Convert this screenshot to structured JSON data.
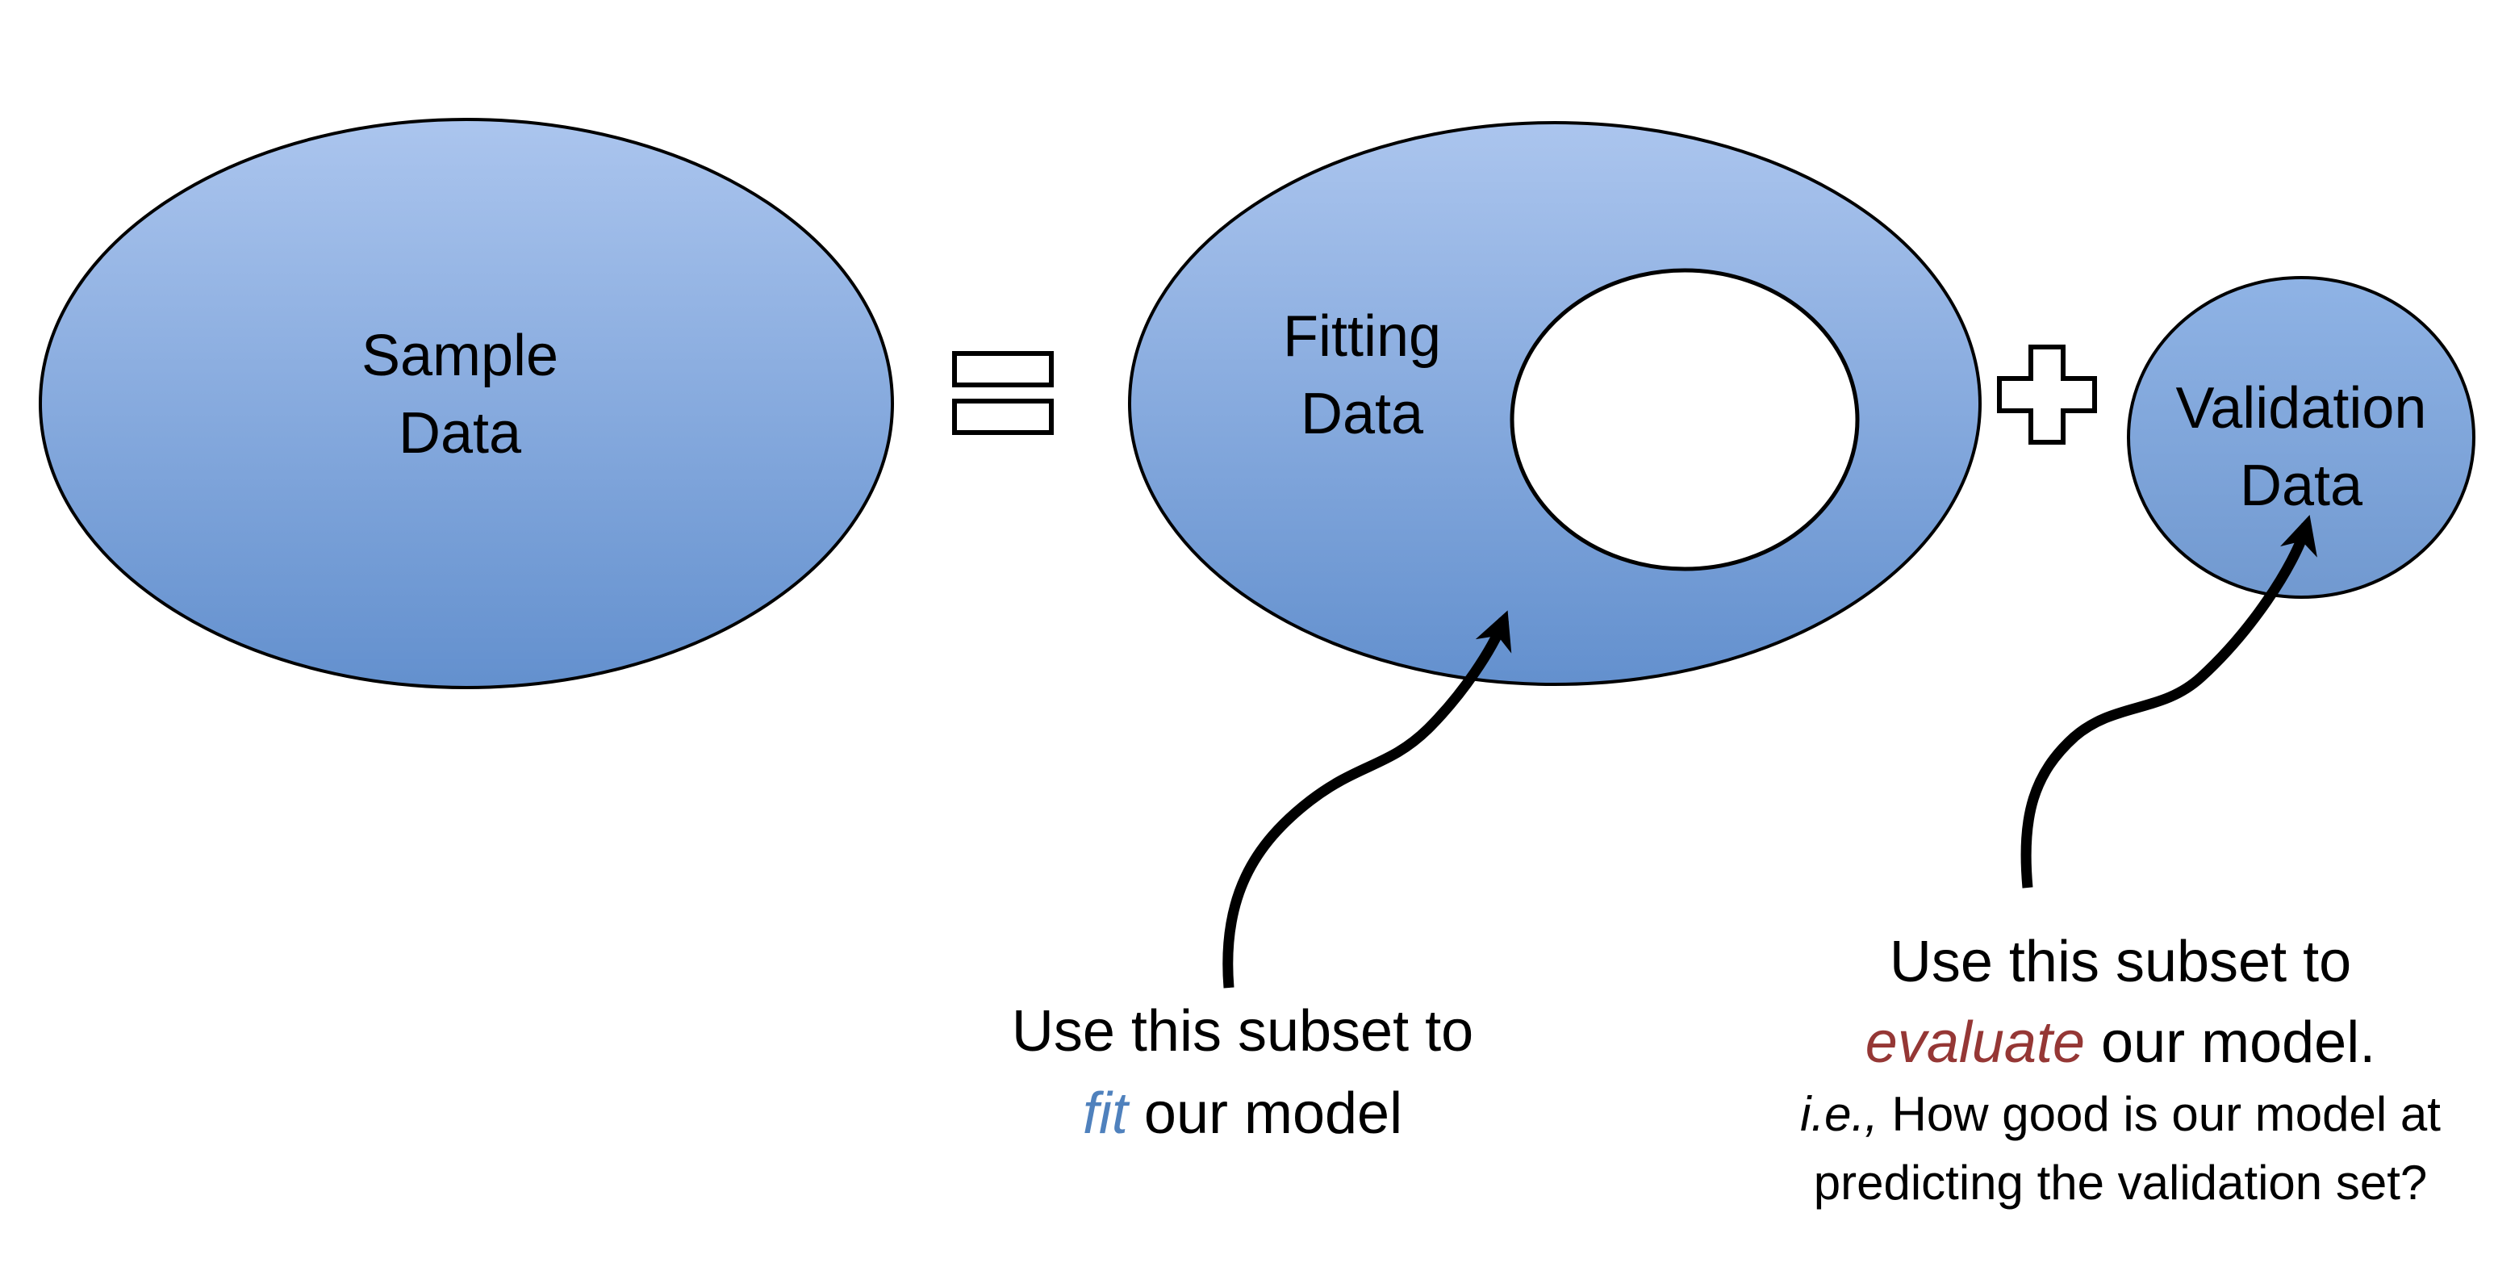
{
  "diagram_type": "train-validation-split-venn",
  "venn": {
    "sample": {
      "line1": "Sample",
      "line2": "Data"
    },
    "fitting": {
      "line1": "Fitting",
      "line2": "Data"
    },
    "validation": {
      "line1": "Validation",
      "line2": "Data"
    }
  },
  "operators": {
    "equals_icon": "equals-sign (two outlined white bars)",
    "plus_icon": "plus-sign (outlined white cross)"
  },
  "annotations": {
    "fit": {
      "line1": "Use this subset to",
      "accent_word": "fit",
      "line2_rest": " our model",
      "accent_color": "#4f81bd"
    },
    "evaluate": {
      "line1": "Use this subset to",
      "accent_word": "evaluate",
      "line2_rest": " our model.",
      "note_italic": "i.e.,",
      "note_rest": " How good is our model at",
      "note_line2": "predicting the validation set?",
      "accent_color": "#953735"
    }
  },
  "colors": {
    "background": "#ffffff",
    "outline": "#000000",
    "ellipse_gradient_top": "#abc5ee",
    "ellipse_gradient_bottom": "#6390ce",
    "validation_gradient_top": "#8fb3e5",
    "validation_gradient_bottom": "#7199d0",
    "hole_fill": "#ffffff",
    "fit_accent": "#4f81bd",
    "evaluate_accent": "#953735"
  }
}
